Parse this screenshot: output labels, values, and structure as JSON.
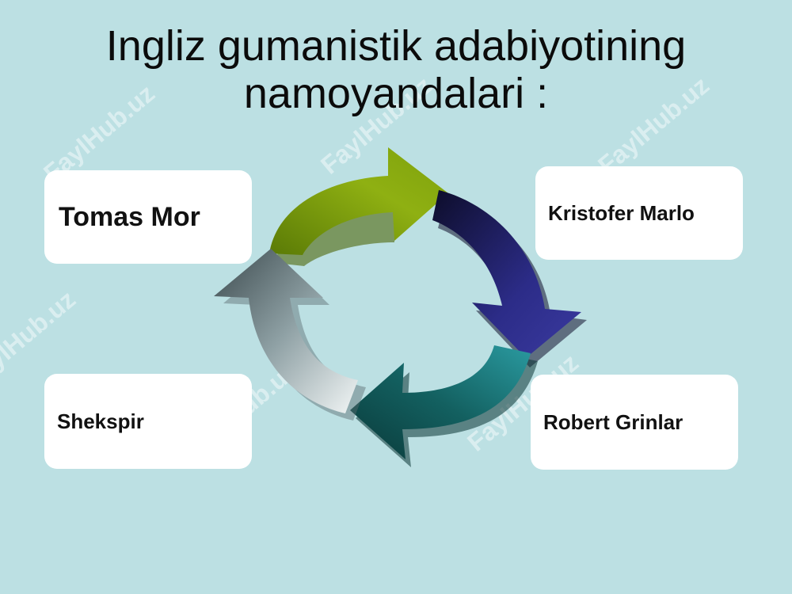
{
  "title": {
    "line1": "Ingliz gumanistik adabiyotining",
    "line2": "namoyandalari :"
  },
  "items": [
    {
      "label": "Tomas Mor"
    },
    {
      "label": "Kristofer Marlo"
    },
    {
      "label": "Robert Grinlar"
    },
    {
      "label": "Shekspir"
    }
  ],
  "watermark": "FaylHub.uz",
  "colors": {
    "background": "#bce0e3",
    "arrow_top": "#7a9a0c",
    "arrow_right": "#2a2a7a",
    "arrow_bottom": "#1c6e6e",
    "arrow_left": "#6f7f84",
    "box": "#ffffff"
  }
}
